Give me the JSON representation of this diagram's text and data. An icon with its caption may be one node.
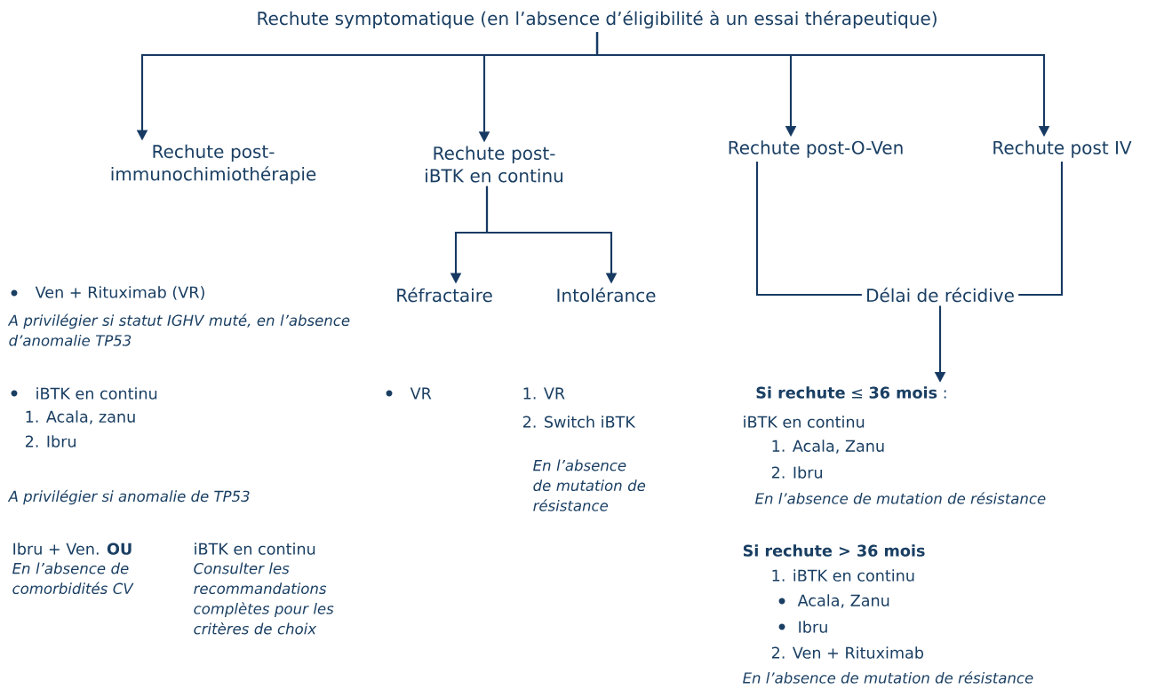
{
  "diagram": {
    "nodes": [
      {
        "text": [
          "Rechute symptomatique (en l’absence d’éligibilité à un essai thérapeutique)"
        ]
      },
      {
        "text": [
          "Rechute post-immunochimiothérapie"
        ]
      },
      {
        "text": [
          "Rechute post-iBTK en continu"
        ]
      },
      {
        "text": [
          "Rechute post-O-Ven"
        ]
      },
      {
        "text": [
          "Rechute post IV"
        ]
      },
      {
        "text": [
          "Réfractaire"
        ]
      },
      {
        "text": [
          "Intolérance"
        ]
      },
      {
        "text": [
          "Délai de récidive"
        ]
      },
      {
        "text": [
          "**Si rechute** ≤ **36 mois** :"
        ]
      }
    ],
    "edges": [
      {
        "from": 0,
        "to": 1,
        "arrow": "to"
      },
      {
        "from": 0,
        "to": 2,
        "arrow": "to"
      },
      {
        "from": 0,
        "to": 3,
        "arrow": "to"
      },
      {
        "from": 0,
        "to": 4,
        "arrow": "to"
      },
      {
        "from": 2,
        "to": 5,
        "arrow": "to"
      },
      {
        "from": 2,
        "to": 6,
        "arrow": "to"
      },
      {
        "from": 3,
        "to": 7,
        "arrow": "none"
      },
      {
        "from": 4,
        "to": 7,
        "arrow": "none"
      },
      {
        "from": 7,
        "to": 8,
        "arrow": "to"
      }
    ],
    "labels": [
      "Ven + Rituximab (VR)",
      "A privilégier si statut IGHV muté, en l’absence d’anomalie TP53",
      "iBTK en continu",
      "1. Acala, zanu",
      "2. Ibru",
      "A privilégier si anomalie de TP53",
      "Ibru + Ven. **OU**",
      "En l’absence de comorbidités CV",
      "iBTK en continu",
      "Consulter les recommandations complètes pour les critères de choix",
      "VR",
      "1. VR",
      "2. Switch iBTK",
      "En l’absence de mutation de résistance",
      "iBTK en continu",
      "1. Acala, Zanu",
      "2. Ibru",
      "En l’absence de mutation de résistance",
      "Si rechute > 36 mois",
      "1. iBTK en continu",
      "Acala, Zanu",
      "Ibru",
      "2. Ven + Rituximab",
      "En l’absence de mutation de résistance"
    ]
  }
}
